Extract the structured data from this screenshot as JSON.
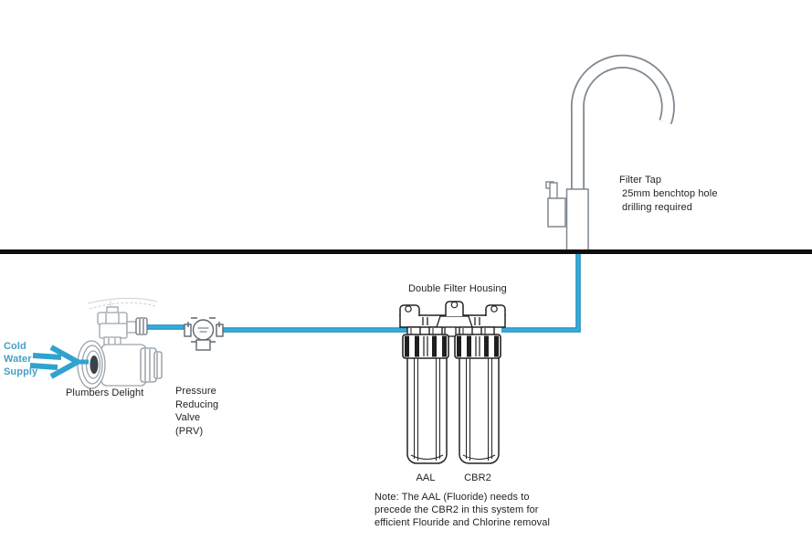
{
  "diagram": {
    "supply": {
      "lines": [
        "Cold",
        "Water",
        "Supply"
      ]
    },
    "plumbers_delight_label": "Plumbers Delight",
    "prv_label_lines": [
      "Pressure",
      "Reducing",
      "Valve",
      "(PRV)"
    ],
    "housing_label": "Double Filter Housing",
    "filter_labels": [
      "AAL",
      "CBR2"
    ],
    "tap_label_lines": [
      "Filter Tap",
      "25mm benchtop hole",
      "drilling required"
    ],
    "note_lines": [
      "Note: The AAL (Fluoride) needs to",
      "precede the CBR2 in this system for",
      "efficient Flouride and Chlorine removal"
    ],
    "colors": {
      "pipe": "#2BA7D4",
      "pipe_edge": "#1987B5",
      "supply_text": "#45A0C6",
      "benchtop": "#0D0D0D",
      "housing_line": "#222222",
      "hardware_line": "#9AA4AD",
      "tap_line": "#848D96"
    }
  }
}
